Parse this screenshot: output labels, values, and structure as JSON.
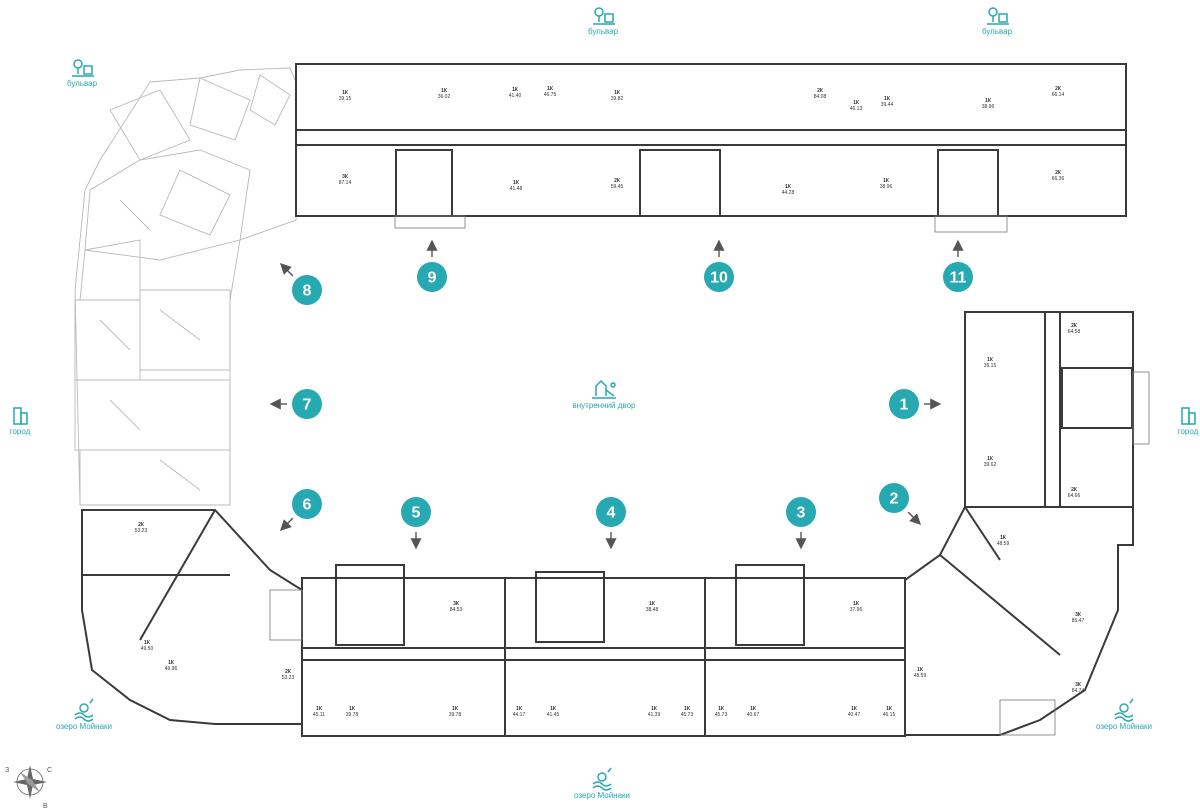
{
  "colors": {
    "accent": "#27a9b1",
    "wall": "#3a3a3a",
    "ghost": "#b9b9b9"
  },
  "landmarks": [
    {
      "id": "boulevard-top-center",
      "label": "бульвар",
      "icon": "boulevard-icon"
    },
    {
      "id": "boulevard-top-right",
      "label": "бульвар",
      "icon": "boulevard-icon"
    },
    {
      "id": "boulevard-left",
      "label": "бульвар",
      "icon": "boulevard-icon"
    },
    {
      "id": "city-left",
      "label": "город",
      "icon": "city-icon"
    },
    {
      "id": "city-right",
      "label": "город",
      "icon": "city-icon"
    },
    {
      "id": "courtyard",
      "label": "внутренний двор",
      "icon": "playground-icon"
    },
    {
      "id": "lake-left",
      "label": "озеро Мойнаки",
      "icon": "lake-icon"
    },
    {
      "id": "lake-center",
      "label": "озеро Мойнаки",
      "icon": "lake-icon"
    },
    {
      "id": "lake-right",
      "label": "озеро Мойнаки",
      "icon": "lake-icon"
    }
  ],
  "entrances": [
    {
      "num": "1",
      "dir": "right"
    },
    {
      "num": "2",
      "dir": "down-right"
    },
    {
      "num": "3",
      "dir": "down"
    },
    {
      "num": "4",
      "dir": "down"
    },
    {
      "num": "5",
      "dir": "down"
    },
    {
      "num": "6",
      "dir": "down-left"
    },
    {
      "num": "7",
      "dir": "left"
    },
    {
      "num": "8",
      "dir": "up-left"
    },
    {
      "num": "9",
      "dir": "up"
    },
    {
      "num": "10",
      "dir": "up"
    },
    {
      "num": "11",
      "dir": "up"
    }
  ],
  "compass": {
    "w": "З",
    "n": "С",
    "e": "В"
  },
  "apartments": [
    {
      "code": "1К",
      "area": "39.15"
    },
    {
      "code": "1К",
      "area": "36.02"
    },
    {
      "code": "1К",
      "area": "41.40"
    },
    {
      "code": "1К",
      "area": "46.75"
    },
    {
      "code": "1К",
      "area": "39.82"
    },
    {
      "code": "2К",
      "area": "84.08"
    },
    {
      "code": "1К",
      "area": "46.13"
    },
    {
      "code": "1К",
      "area": "39.44"
    },
    {
      "code": "1К",
      "area": "38.96"
    },
    {
      "code": "2К",
      "area": "66.14"
    },
    {
      "code": "3К",
      "area": "87.14"
    },
    {
      "code": "1К",
      "area": "41.48"
    },
    {
      "code": "2К",
      "area": "59.45"
    },
    {
      "code": "1К",
      "area": "44.28"
    },
    {
      "code": "1К",
      "area": "38.96"
    },
    {
      "code": "2К",
      "area": "66.36"
    },
    {
      "code": "2К",
      "area": "64.58"
    },
    {
      "code": "1К",
      "area": "39.15"
    },
    {
      "code": "1К",
      "area": "39.62"
    },
    {
      "code": "2К",
      "area": "64.66"
    },
    {
      "code": "1К",
      "area": "48.59"
    },
    {
      "code": "3К",
      "area": "85.47"
    },
    {
      "code": "1К",
      "area": "48.59"
    },
    {
      "code": "3К",
      "area": "84.74"
    },
    {
      "code": "2К",
      "area": "53.23"
    },
    {
      "code": "1К",
      "area": "49.50"
    },
    {
      "code": "1К",
      "area": "49.96"
    },
    {
      "code": "2К",
      "area": "53.23"
    },
    {
      "code": "1К",
      "area": "45.11"
    },
    {
      "code": "1К",
      "area": "39.78"
    },
    {
      "code": "3К",
      "area": "84.53"
    },
    {
      "code": "1К",
      "area": "39.78"
    },
    {
      "code": "1К",
      "area": "38.48"
    },
    {
      "code": "1К",
      "area": "44.17"
    },
    {
      "code": "1К",
      "area": "41.45"
    },
    {
      "code": "1К",
      "area": "41.39"
    },
    {
      "code": "1К",
      "area": "45.73"
    },
    {
      "code": "1К",
      "area": "37.96"
    },
    {
      "code": "1К",
      "area": "45.73"
    },
    {
      "code": "1К",
      "area": "40.67"
    },
    {
      "code": "1К",
      "area": "40.47"
    },
    {
      "code": "1К",
      "area": "46.15"
    }
  ]
}
